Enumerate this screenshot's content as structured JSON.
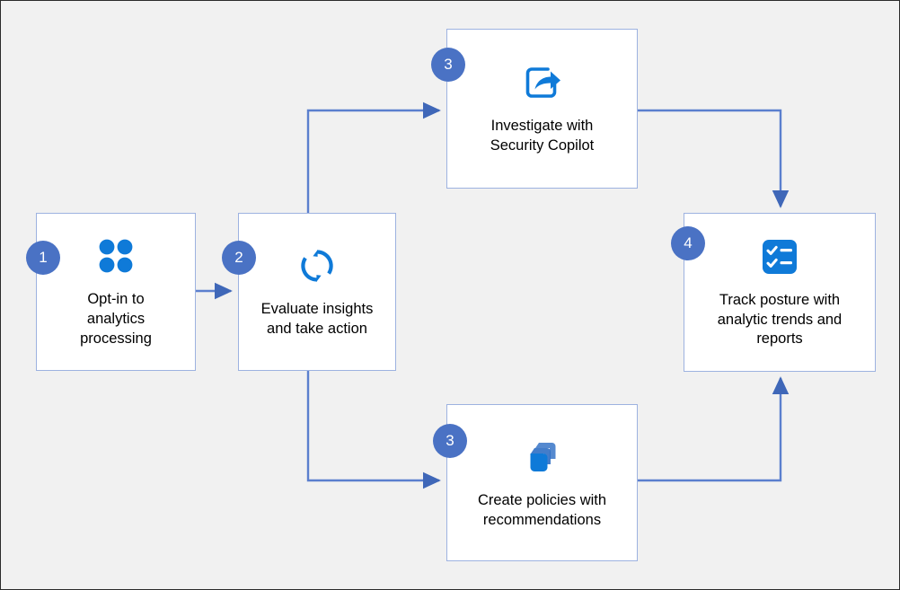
{
  "diagram": {
    "type": "process-flow",
    "background_color": "#f1f1f1",
    "accent_color": "#0f7ad8",
    "badge_color": "#4a72c4",
    "node_border_color": "#9db2e0",
    "connector_color": "#5b7fce",
    "nodes": [
      {
        "id": "node-1",
        "step": "1",
        "label": "Opt-in to\nanalytics\nprocessing",
        "icon": "four-dots-grid-icon"
      },
      {
        "id": "node-2",
        "step": "2",
        "label": "Evaluate insights\nand take action",
        "icon": "sync-refresh-icon"
      },
      {
        "id": "node-3a",
        "step": "3",
        "label": "Investigate with\nSecurity Copilot",
        "icon": "share-export-arrow-icon"
      },
      {
        "id": "node-3b",
        "step": "3",
        "label": "Create policies with\nrecommendations",
        "icon": "stacked-layers-icon"
      },
      {
        "id": "node-4",
        "step": "4",
        "label": "Track posture with\nanalytic trends and\nreports",
        "icon": "checklist-icon"
      }
    ],
    "connectors": [
      {
        "from": "node-1",
        "to": "node-2"
      },
      {
        "from": "node-2",
        "to": "node-3a"
      },
      {
        "from": "node-2",
        "to": "node-3b"
      },
      {
        "from": "node-3a",
        "to": "node-4"
      },
      {
        "from": "node-3b",
        "to": "node-4"
      }
    ]
  }
}
